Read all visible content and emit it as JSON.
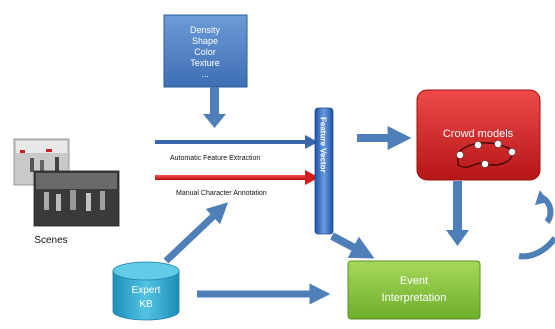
{
  "features_box": {
    "lines": [
      "Density",
      "Shape",
      "Color",
      "Texture",
      "..."
    ],
    "color": "#4a7cc0"
  },
  "scenes": {
    "label": "Scenes"
  },
  "arrows": {
    "automatic": {
      "label": "Automatic Feature Extraction",
      "color": "#3b66ad"
    },
    "manual": {
      "label": "Manual Character Annotation",
      "color": "#d41a1a"
    }
  },
  "feature_vector": {
    "label": "Feature Vector",
    "color": "#2f66c0"
  },
  "crowd_models": {
    "label": "Crowd models",
    "color": "#d92727"
  },
  "event": {
    "lines": [
      "Event",
      "Interpretation"
    ],
    "color": "#8cc63f"
  },
  "expert_kb": {
    "lines": [
      "Expert",
      "KB"
    ],
    "color": "#2aa3c9"
  },
  "connector_color": "#4f7fb8"
}
